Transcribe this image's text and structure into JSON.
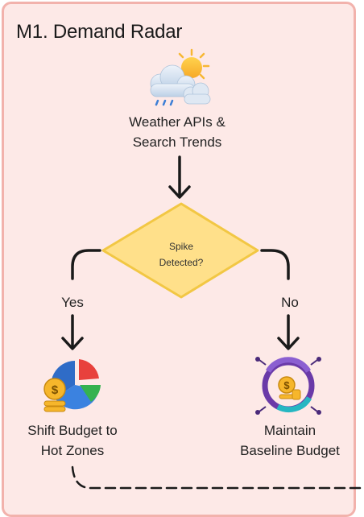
{
  "panel": {
    "title": "M1. Demand Radar",
    "background": "#fde9e7",
    "border": "#f2b2ac"
  },
  "nodes": {
    "source": {
      "label_line1": "Weather APIs &",
      "label_line2": "Search Trends",
      "icon": "weather-cloud-sun-rain-icon"
    },
    "decision": {
      "label_line1": "Spike",
      "label_line2": "Detected?",
      "fill": "#ffe08a",
      "stroke": "#f2c744"
    },
    "left": {
      "label_line1": "Shift Budget to",
      "label_line2": "Hot Zones",
      "icon": "budget-pie-chart-coins-icon"
    },
    "right": {
      "label_line1": "Maintain",
      "label_line2": "Baseline Budget",
      "icon": "budget-cycle-coins-icon"
    }
  },
  "edges": {
    "yes_label": "Yes",
    "no_label": "No"
  }
}
